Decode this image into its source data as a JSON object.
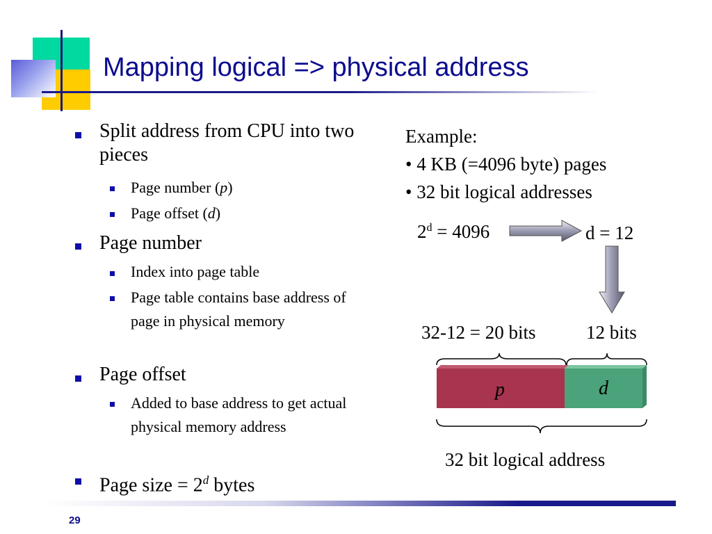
{
  "title": "Mapping logical => physical address",
  "bullets": [
    {
      "text": "Split address from CPU into two pieces",
      "subs": [
        {
          "pre": "Page number (",
          "ital": "p",
          "post": ")"
        },
        {
          "pre": "Page offset (",
          "ital": "d",
          "post": ")"
        }
      ]
    },
    {
      "text": "Page number",
      "subs": [
        {
          "text": "Index into page table"
        },
        {
          "text": "Page table contains base address of page in physical memory"
        }
      ]
    },
    {
      "text": "Page offset",
      "subs": [
        {
          "text": "Added to base address to get actual physical memory address"
        }
      ]
    },
    {
      "pre": "Page size = 2",
      "sup": "d",
      "post": " bytes"
    }
  ],
  "example": {
    "heading": "Example:",
    "items": [
      "• 4 KB (=4096 byte) pages",
      "• 32 bit logical addresses"
    ],
    "eq_base": "2",
    "eq_sup": "d",
    "eq_rest": " = 4096",
    "result": "d = 12"
  },
  "diagram": {
    "p_label_top": "32-12 = 20 bits",
    "d_label_top": "12 bits",
    "p_text": "p",
    "d_text": "d",
    "bottom_label": "32 bit logical address",
    "p_bits": 20,
    "d_bits": 12,
    "colors": {
      "p": "#a8344f",
      "d": "#4aa37a"
    }
  },
  "page_number": "29"
}
